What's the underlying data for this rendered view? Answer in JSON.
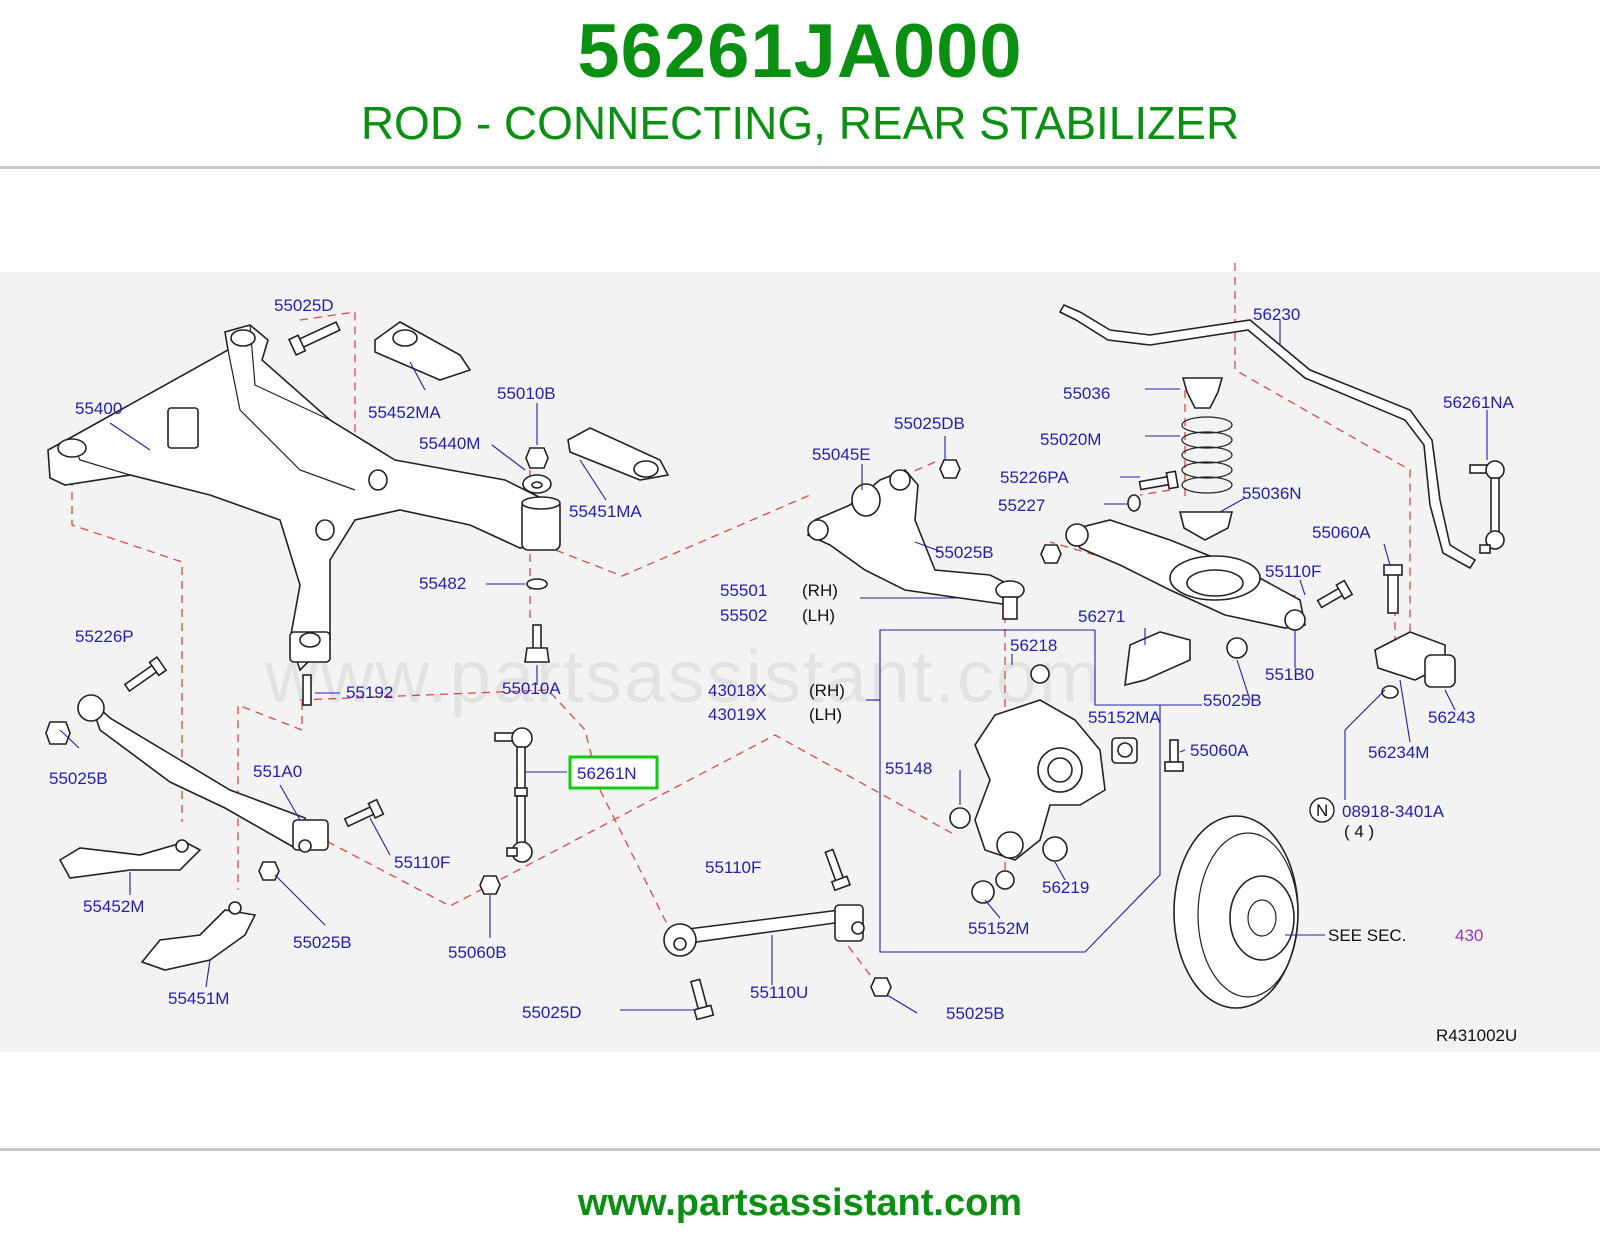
{
  "header": {
    "part_number": "56261JA000",
    "description": "ROD - CONNECTING, REAR STABILIZER"
  },
  "watermark": "www.partsassistant.com",
  "footer": {
    "url": "www.partsassistant.com"
  },
  "diagram": {
    "figure_code": "R431002U",
    "highlighted_part": "56261N",
    "colors": {
      "title_green": "#0a8f12",
      "label_blue": "#1f1fb4",
      "leader_red": "#e04848",
      "highlight_green": "#14c814",
      "section_link_purple": "#9a2fc8"
    },
    "labels": {
      "l55025D_top": "55025D",
      "l55400": "55400",
      "l55452MA": "55452MA",
      "l55010B": "55010B",
      "l55440M": "55440M",
      "l55451MA": "55451MA",
      "l55482": "55482",
      "l55010A": "55010A",
      "l55192": "55192",
      "l55226P": "55226P",
      "l55025B_left": "55025B",
      "l551A0": "551A0",
      "l55110F_left": "55110F",
      "l55452M": "55452M",
      "l55025B_low": "55025B",
      "l55451M": "55451M",
      "l55060B": "55060B",
      "l56261N": "56261N",
      "l55025D_bottom": "55025D",
      "l55110F_mid": "55110F",
      "l55110U": "55110U",
      "l55025B_bottom": "55025B",
      "l55025DB": "55025DB",
      "l55045E": "55045E",
      "l55025B_arm": "55025B",
      "l55501": "55501",
      "l55502": "55502",
      "l43018X": "43018X",
      "l43019X": "43019X",
      "rh1": "(RH)",
      "lh1": "(LH)",
      "rh2": "(RH)",
      "lh2": "(LH)",
      "l56218": "56218",
      "l55152MA": "55152MA",
      "l55148": "55148",
      "l56219": "56219",
      "l55152M": "55152M",
      "l56271": "56271",
      "l55025B_right": "55025B",
      "l55060A_mid": "55060A",
      "l56230": "56230",
      "l55036": "55036",
      "l55020M": "55020M",
      "l55226PA": "55226PA",
      "l55227": "55227",
      "l55036N": "55036N",
      "l55110F_right": "55110F",
      "l551B0": "551B0",
      "l56261NA": "56261NA",
      "l55060A_right": "55060A",
      "l56243": "56243",
      "l56234M": "56234M",
      "n_symbol": "N",
      "l08918": "08918-3401A",
      "qty": "( 4 )",
      "see_sec": "SEE   SEC.",
      "sec_num": "430"
    }
  }
}
